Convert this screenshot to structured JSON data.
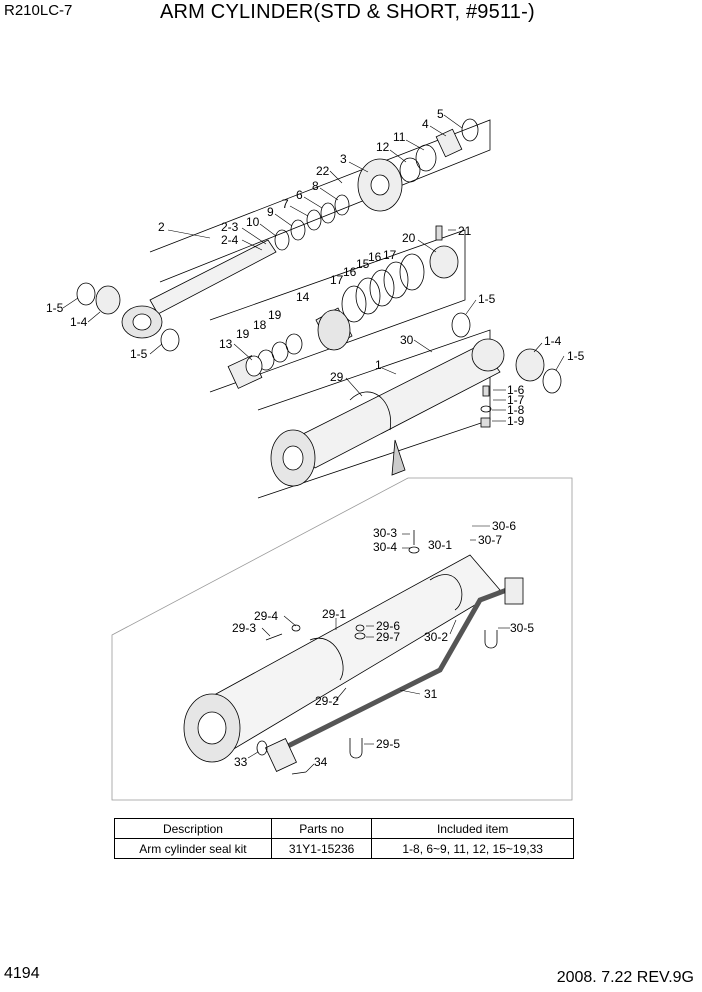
{
  "header": {
    "model": "R210LC-7",
    "title": "ARM CYLINDER(STD & SHORT, #9511-)"
  },
  "footer": {
    "page": "4194",
    "date_rev": "2008. 7.22  REV.9G"
  },
  "callouts": {
    "c5": "5",
    "c4": "4",
    "c11": "11",
    "c12": "12",
    "c3": "3",
    "c22": "22",
    "c8": "8",
    "c6": "6",
    "c7": "7",
    "c9": "9",
    "c10": "10",
    "c2": "2",
    "c2_3": "2-3",
    "c2_4": "2-4",
    "c21": "21",
    "c20": "20",
    "c17a": "17",
    "c16a": "16",
    "c15": "15",
    "c16b": "16",
    "c17b": "17",
    "c14": "14",
    "c19a": "19",
    "c19b": "19",
    "c18": "18",
    "c13": "13",
    "c1_5a": "1-5",
    "c1_4a": "1-4",
    "c1_5b": "1-5",
    "c1_5c": "1-5",
    "c30": "30",
    "c1": "1",
    "c29": "29",
    "c1_4b": "1-4",
    "c1_5d": "1-5",
    "c1_6": "1-6",
    "c1_7": "1-7",
    "c1_8": "1-8",
    "c1_9": "1-9",
    "c30_3": "30-3",
    "c30_4": "30-4",
    "c30_6": "30-6",
    "c30_1": "30-1",
    "c30_7": "30-7",
    "c29_4": "29-4",
    "c29_3": "29-3",
    "c29_1": "29-1",
    "c29_6": "29-6",
    "c29_7": "29-7",
    "c30_2": "30-2",
    "c30_5": "30-5",
    "c29_2": "29-2",
    "c31": "31",
    "c33": "33",
    "c34": "34",
    "c29_5": "29-5"
  },
  "kit_table": {
    "headers": [
      "Description",
      "Parts no",
      "Included item"
    ],
    "rows": [
      [
        "Arm cylinder seal kit",
        "31Y1-15236",
        "1-8, 6~9, 11, 12, 15~19,33"
      ]
    ]
  }
}
